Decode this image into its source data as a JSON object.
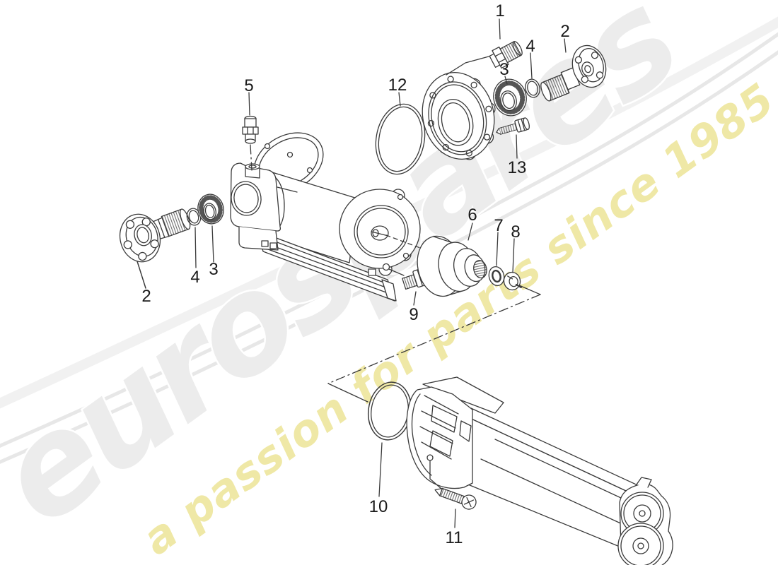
{
  "watermark": {
    "brand": "eurospares",
    "tagline": "a passion for parts since 1985",
    "brand_fill": "#ececec",
    "tagline_fill": "#efe8a6",
    "swoosh_color": "#e7e7e7"
  },
  "diagram": {
    "line_color": "#3a3a3a",
    "label_color": "#1a1a1a",
    "callouts": {
      "n1": {
        "label": "1"
      },
      "n2_top": {
        "label": "2"
      },
      "n3_top": {
        "label": "3"
      },
      "n4_top": {
        "label": "4"
      },
      "n5": {
        "label": "5"
      },
      "n12": {
        "label": "12"
      },
      "n13": {
        "label": "13"
      },
      "n6": {
        "label": "6"
      },
      "n7": {
        "label": "7"
      },
      "n8": {
        "label": "8"
      },
      "n9": {
        "label": "9"
      },
      "n2_left": {
        "label": "2"
      },
      "n3_left": {
        "label": "3"
      },
      "n4_left": {
        "label": "4"
      },
      "n10": {
        "label": "10"
      },
      "n11": {
        "label": "11"
      }
    }
  }
}
